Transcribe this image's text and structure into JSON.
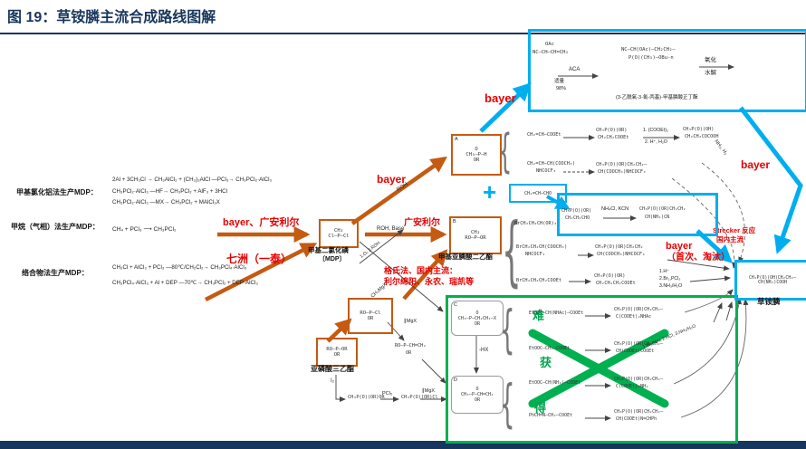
{
  "title": "图 19：草铵膦主流合成路线图解",
  "colors": {
    "navy": "#17365D",
    "orange": "#C55A11",
    "blue": "#00AEEF",
    "green": "#00B050",
    "red": "#E60000"
  },
  "methods": {
    "m1": {
      "label": "甲基氯化铝法生产MDP：",
      "eq1": "2Al + 3CH₃Cl → CH₃AlCl₂ + (CH₃)₂AlCl ―PCl₃→ CH₃PCl₂·AlCl₃",
      "eq2": "CH₃PCl₂·AlCl₃ ―HF→ CH₃PCl₂ + AlF₃ + 3HCl",
      "eq3": "CH₃PCl₂·AlCl₃ ―MX→ CH₃PCl₂ + MAlCl₃X"
    },
    "m2": {
      "label": "甲烷（气相）法生产MDP：",
      "eq1": "CH₄ + PCl₃ ⟶ CH₃PCl₂"
    },
    "m3": {
      "label": "络合物法生产MDP：",
      "eq1": "CH₃Cl + AlCl₃ + PCl₃ ―80℃/CH₂Cl₂→ CH₃PCl₄·AlCl₃",
      "eq2": "CH₃PCl₄·AlCl₃ + Al + DEP ―70℃→ CH₃PCl₂ + DEP·AlCl₃"
    }
  },
  "red": {
    "bayer_guangan": "bayer、广安利尔",
    "qizhou": "七洲（一泰）",
    "bayer_roh": "bayer",
    "guangan": "广安利尔",
    "geshi1": "格氏法、国内主流：",
    "geshi2": "利尔绵阳、永农、瑞凯等",
    "bayer_top": "bayer",
    "bayer_right": "bayer",
    "bayer_first": "bayer",
    "bayer_first2": "（首次、淘汰）",
    "strecker1": "Strecker 反应",
    "strecker2": "国内主流"
  },
  "green": {
    "c1": "难",
    "c2": "获",
    "c3": "得"
  },
  "misc": {
    "brace": "{",
    "plus": "+"
  },
  "mdp": {
    "l1": "CH₃",
    "l2": "Cl–P–Cl",
    "label1": "甲基二氯化磷",
    "label2": "〔MDP〕"
  },
  "boxA": {
    "letter": "A",
    "l1": "O",
    "l2": "CH₃–P–H",
    "l3": "OR"
  },
  "boxB": {
    "letter": "B",
    "l1": "CH₃",
    "l2": "RO–P–OR",
    "label": "甲基亚膦酸二乙酯"
  },
  "boxC": {
    "letter": "C",
    "l1": "O",
    "l2": "CH₃–P–CH₂CH₂–X",
    "l3": "OR"
  },
  "boxD": {
    "letter": "D",
    "l1": "O",
    "l2": "CH₃–P–CH=CH₂",
    "l3": "OR"
  },
  "chloro": {
    "l1": "RO–P–Cl",
    "l2": "OR"
  },
  "phosphite": {
    "l1": "RO–P–OR",
    "l2": "OR",
    "label": "亚磷酸三乙酯"
  },
  "vinylphosphonite": {
    "l1": "RO–P–CH=CH₂",
    "l2": "OR"
  },
  "glufosinate": {
    "l1": "CH₃P(O)(OH)CH₂CH₂–",
    "l2": "CH(NH₂)COOH",
    "label": "草铵膦"
  },
  "topbox": {
    "s1a": "OAc",
    "s1b": "NC–CH–CH=CH₂",
    "aca": "ACA",
    "amount": "适量",
    "yield": "98%",
    "p1": "NC–CH(OAc)–CH₂CH₂–",
    "p2": "P(O)(CH₃)–OBu-n",
    "label": "(3-乙酰氧-3-氰-丙基)-甲基膦酸正丁酯",
    "oxid": "氧化",
    "hydro": "水解"
  },
  "strecker": {
    "s1": "CH₃P(O)(OR)",
    "s2": "CH₂CH₂CHO",
    "reagent": "NH₄Cl, KCN",
    "p1": "CH₃P(O)(OR)CH₂CH₂",
    "p2": "CH(NH₂)CN"
  },
  "acrolein": "CH₂=CH–CHO",
  "arrows": {
    "roh": "ROH",
    "roh_base": "ROH, Base",
    "o_roh": "1.O₂ 2.ROH",
    "ch3mgx": "CH₃MgX",
    "vinylmgx1": "∥MgX",
    "vinylmgx2": "∥MgX",
    "hx": "-HX",
    "i2": "I₂",
    "pcl5": "PCl₅",
    "cooet1": "1. (COOEt)₂",
    "cooet2": "2. H⁺, H₂O",
    "nh3h2": "NH₃, H₂",
    "r6_1": "1.H⁺",
    "r6_2": "2.Br₂,PCl₃",
    "r6_3": "3.NH₃/H₂O",
    "g1": "1.Br₂/HAc  2.HCl, 3.NH₃/H₂O"
  },
  "compounds": {
    "r1s": "CH₂=CH–COOEt",
    "r1m1": "CH₃P(O)(OR)",
    "r1m2": "CH₂CH₂COOEt",
    "r1e1": "CH₃P(O)(OH)",
    "r1e2": "CH₂CH₂COCOOH",
    "r2s1": "CH₂=CH–CH(COOCH₃)",
    "r2s2": "NHCOCF₃",
    "r2e1": "CH₃P(O)(OR)CH₂CH₂–",
    "r2e2": "CH(COOCH₃)NHCOCF₃",
    "r4": "BrCH₂CH₂CH(OR)₂",
    "r5s1": "BrCH₂CH₂CH(COOCH₃)",
    "r5s2": "NHCOCF₃",
    "r5e1": "CH₃P(O)(OR)CH₂CH₂",
    "r5e2": "CH(COOCH₃)NHCOCF₃",
    "r6s": "BrCH₂CH₂CH₂COOEt",
    "r6e1": "CH₃P(O)(OR)",
    "r6e2": "CH₂CH₂CH₂COOEt",
    "g1s": "EtOOC–CH(NHAc)–COOEt",
    "g1e1": "CH₃P(O)(OR)CH₂CH₂–",
    "g1e2": "C(COOEt)₂NHAc",
    "g2s": "EtOOC–CH₂–COOEt",
    "g2e1": "CH₃P(O)(OR)CH₂CH₂–",
    "g2e2": "CH(COOEt)COOEt",
    "g3s": "EtOOC–CH(NH₂)–COOEt",
    "g3e1": "CH₃P(O)(OR)CH₂CH₂–",
    "g3e2": "C(COOEt)₂NH₂",
    "g4s": "PhCH=N–CH₂–COOEt",
    "g4e1": "CH₃P(O)(OR)CH₂CH₂–",
    "g4e2": "CH(COOEt)N=CHPh",
    "bs1": "CH₃P(O)(OR)OR",
    "bs2": "CH₃P(O)(OR)Cl"
  }
}
